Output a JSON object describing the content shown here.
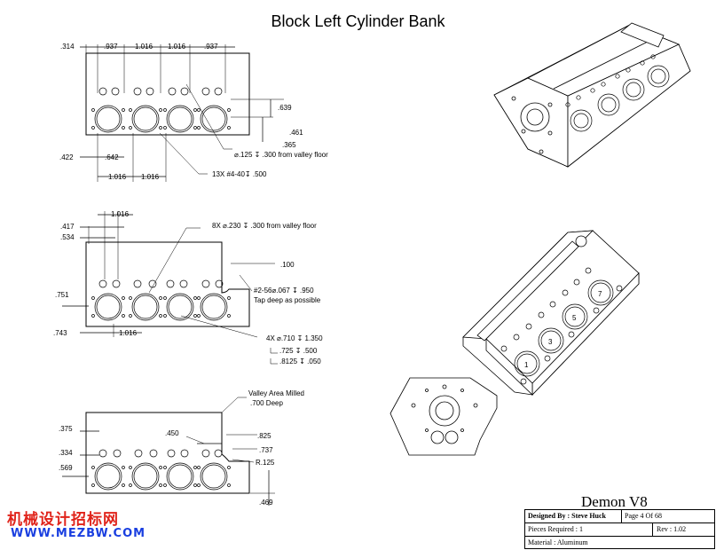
{
  "title": "Block Left Cylinder Bank",
  "top_view": {
    "dims": [
      ".314",
      ".937",
      "1.016",
      "1.016",
      ".937",
      ".639",
      ".461",
      ".365",
      ".422",
      ".642",
      "1.016",
      "1.016"
    ],
    "note_hole": "⌀.125 ↧ .300 from valley floor",
    "note_tap": "13X  #4-40↧ .500"
  },
  "mid_view": {
    "dims": [
      ".417",
      "1.016",
      ".534",
      ".100",
      ".751",
      ".743",
      "1.016"
    ],
    "note_8x": "8X ⌀.230 ↧ .300 from valley floor",
    "note_256": "#2-56⌀.067 ↧ .950",
    "note_tap": "Tap deep as possible",
    "note_bore": "4X ⌀.710 ↧ 1.350",
    "note_cb1": ".725 ↧ .500",
    "note_cb2": ".8125 ↧ .050"
  },
  "bottom_view": {
    "note_valley1": "Valley Area Milled",
    "note_valley2": ".700 Deep",
    "dims": [
      ".375",
      ".450",
      ".825",
      ".334",
      ".737",
      ".569",
      "R.125",
      ".469"
    ]
  },
  "iso_numbers": [
    "1",
    "3",
    "5",
    "7"
  ],
  "model_name": "Demon V8",
  "title_block": {
    "designed_by": "Designed By :  Steve Huck",
    "page": "Page  4   Of  68",
    "pieces": "Pieces Required :  1",
    "rev": "Rev : 1.02",
    "material": "Material :  Aluminum"
  },
  "watermark": {
    "line1": "机械设计招标网",
    "line2": "WWW.MEZBW.COM"
  }
}
